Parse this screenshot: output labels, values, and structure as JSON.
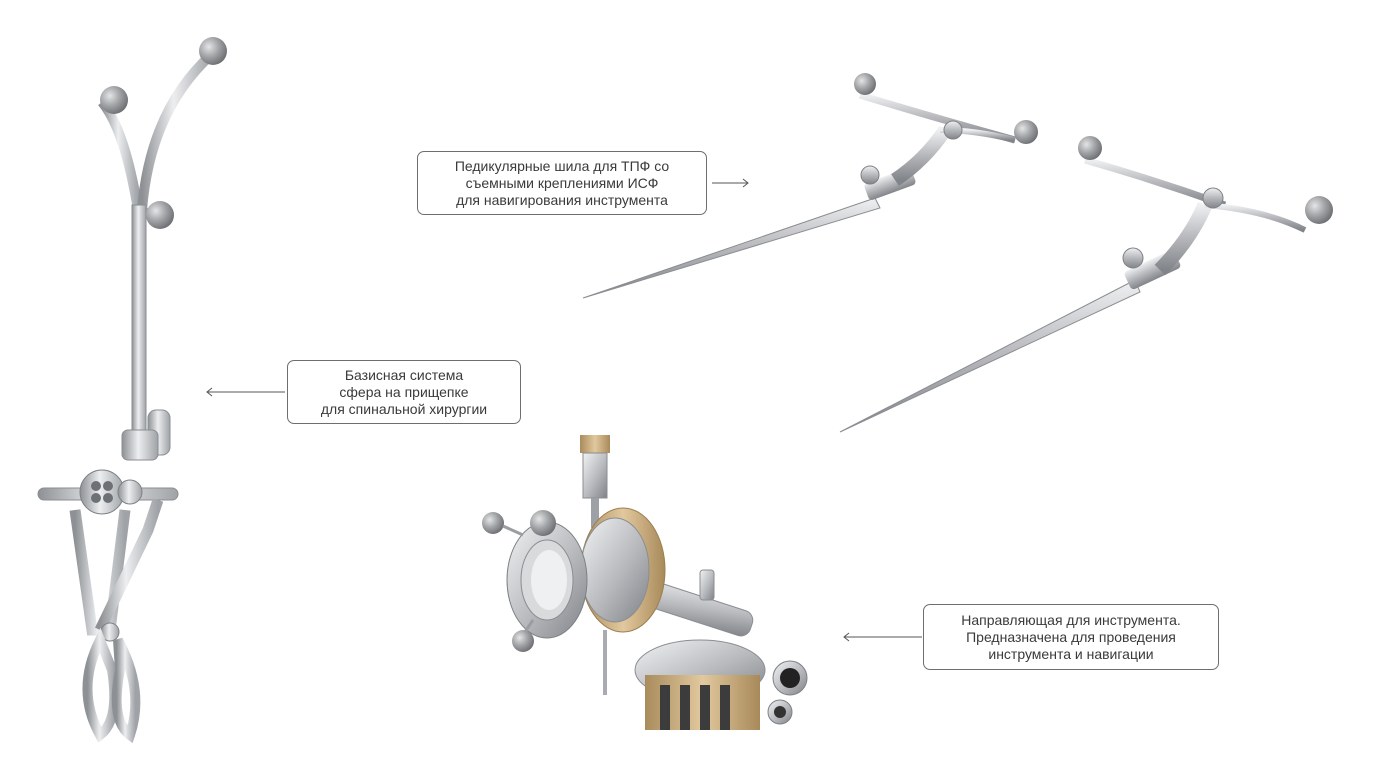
{
  "labels": {
    "clamp": [
      "Базисная система",
      "сфера на прищепке",
      "для спинальной хирургии"
    ],
    "awls": [
      "Педикулярные шила для ТПФ со",
      "съемными креплениями ИСФ",
      "для навигирования инструмента"
    ],
    "guide": [
      "Направляющая для инструмента.",
      "Предназначена для проведения",
      "инструмента и навигации"
    ]
  },
  "icons": {
    "arrow": "arrow-left-thin",
    "arrow_right": "arrow-right-thin"
  },
  "colors": {
    "metal_light": "#e6e7e9",
    "metal_mid": "#b4b6ba",
    "metal_dark": "#7d8084",
    "sphere": "#9a9c9f",
    "brass": "#c9a979",
    "border": "#6e6e6e"
  }
}
